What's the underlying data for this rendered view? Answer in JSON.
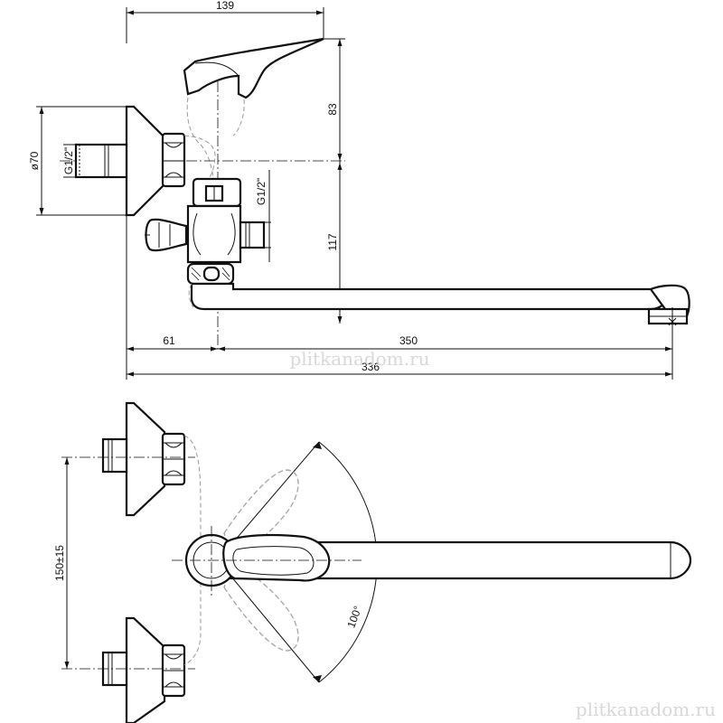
{
  "top_view": {
    "dim_lever_width": "139",
    "dim_lever_height": "83",
    "dim_diameter": "ø70",
    "dim_thread_left": "G1/2\"",
    "dim_thread_right": "G1/2\"",
    "dim_spout_height": "117",
    "dim_offset": "61",
    "dim_spout_length": "350",
    "dim_total_length": "336"
  },
  "bottom_view": {
    "dim_inlet_spacing": "150±15",
    "dim_rotation_angle": "100°"
  },
  "watermarks": {
    "center": "plitkanadom.ru",
    "corner": "plitkanadom.ru"
  }
}
